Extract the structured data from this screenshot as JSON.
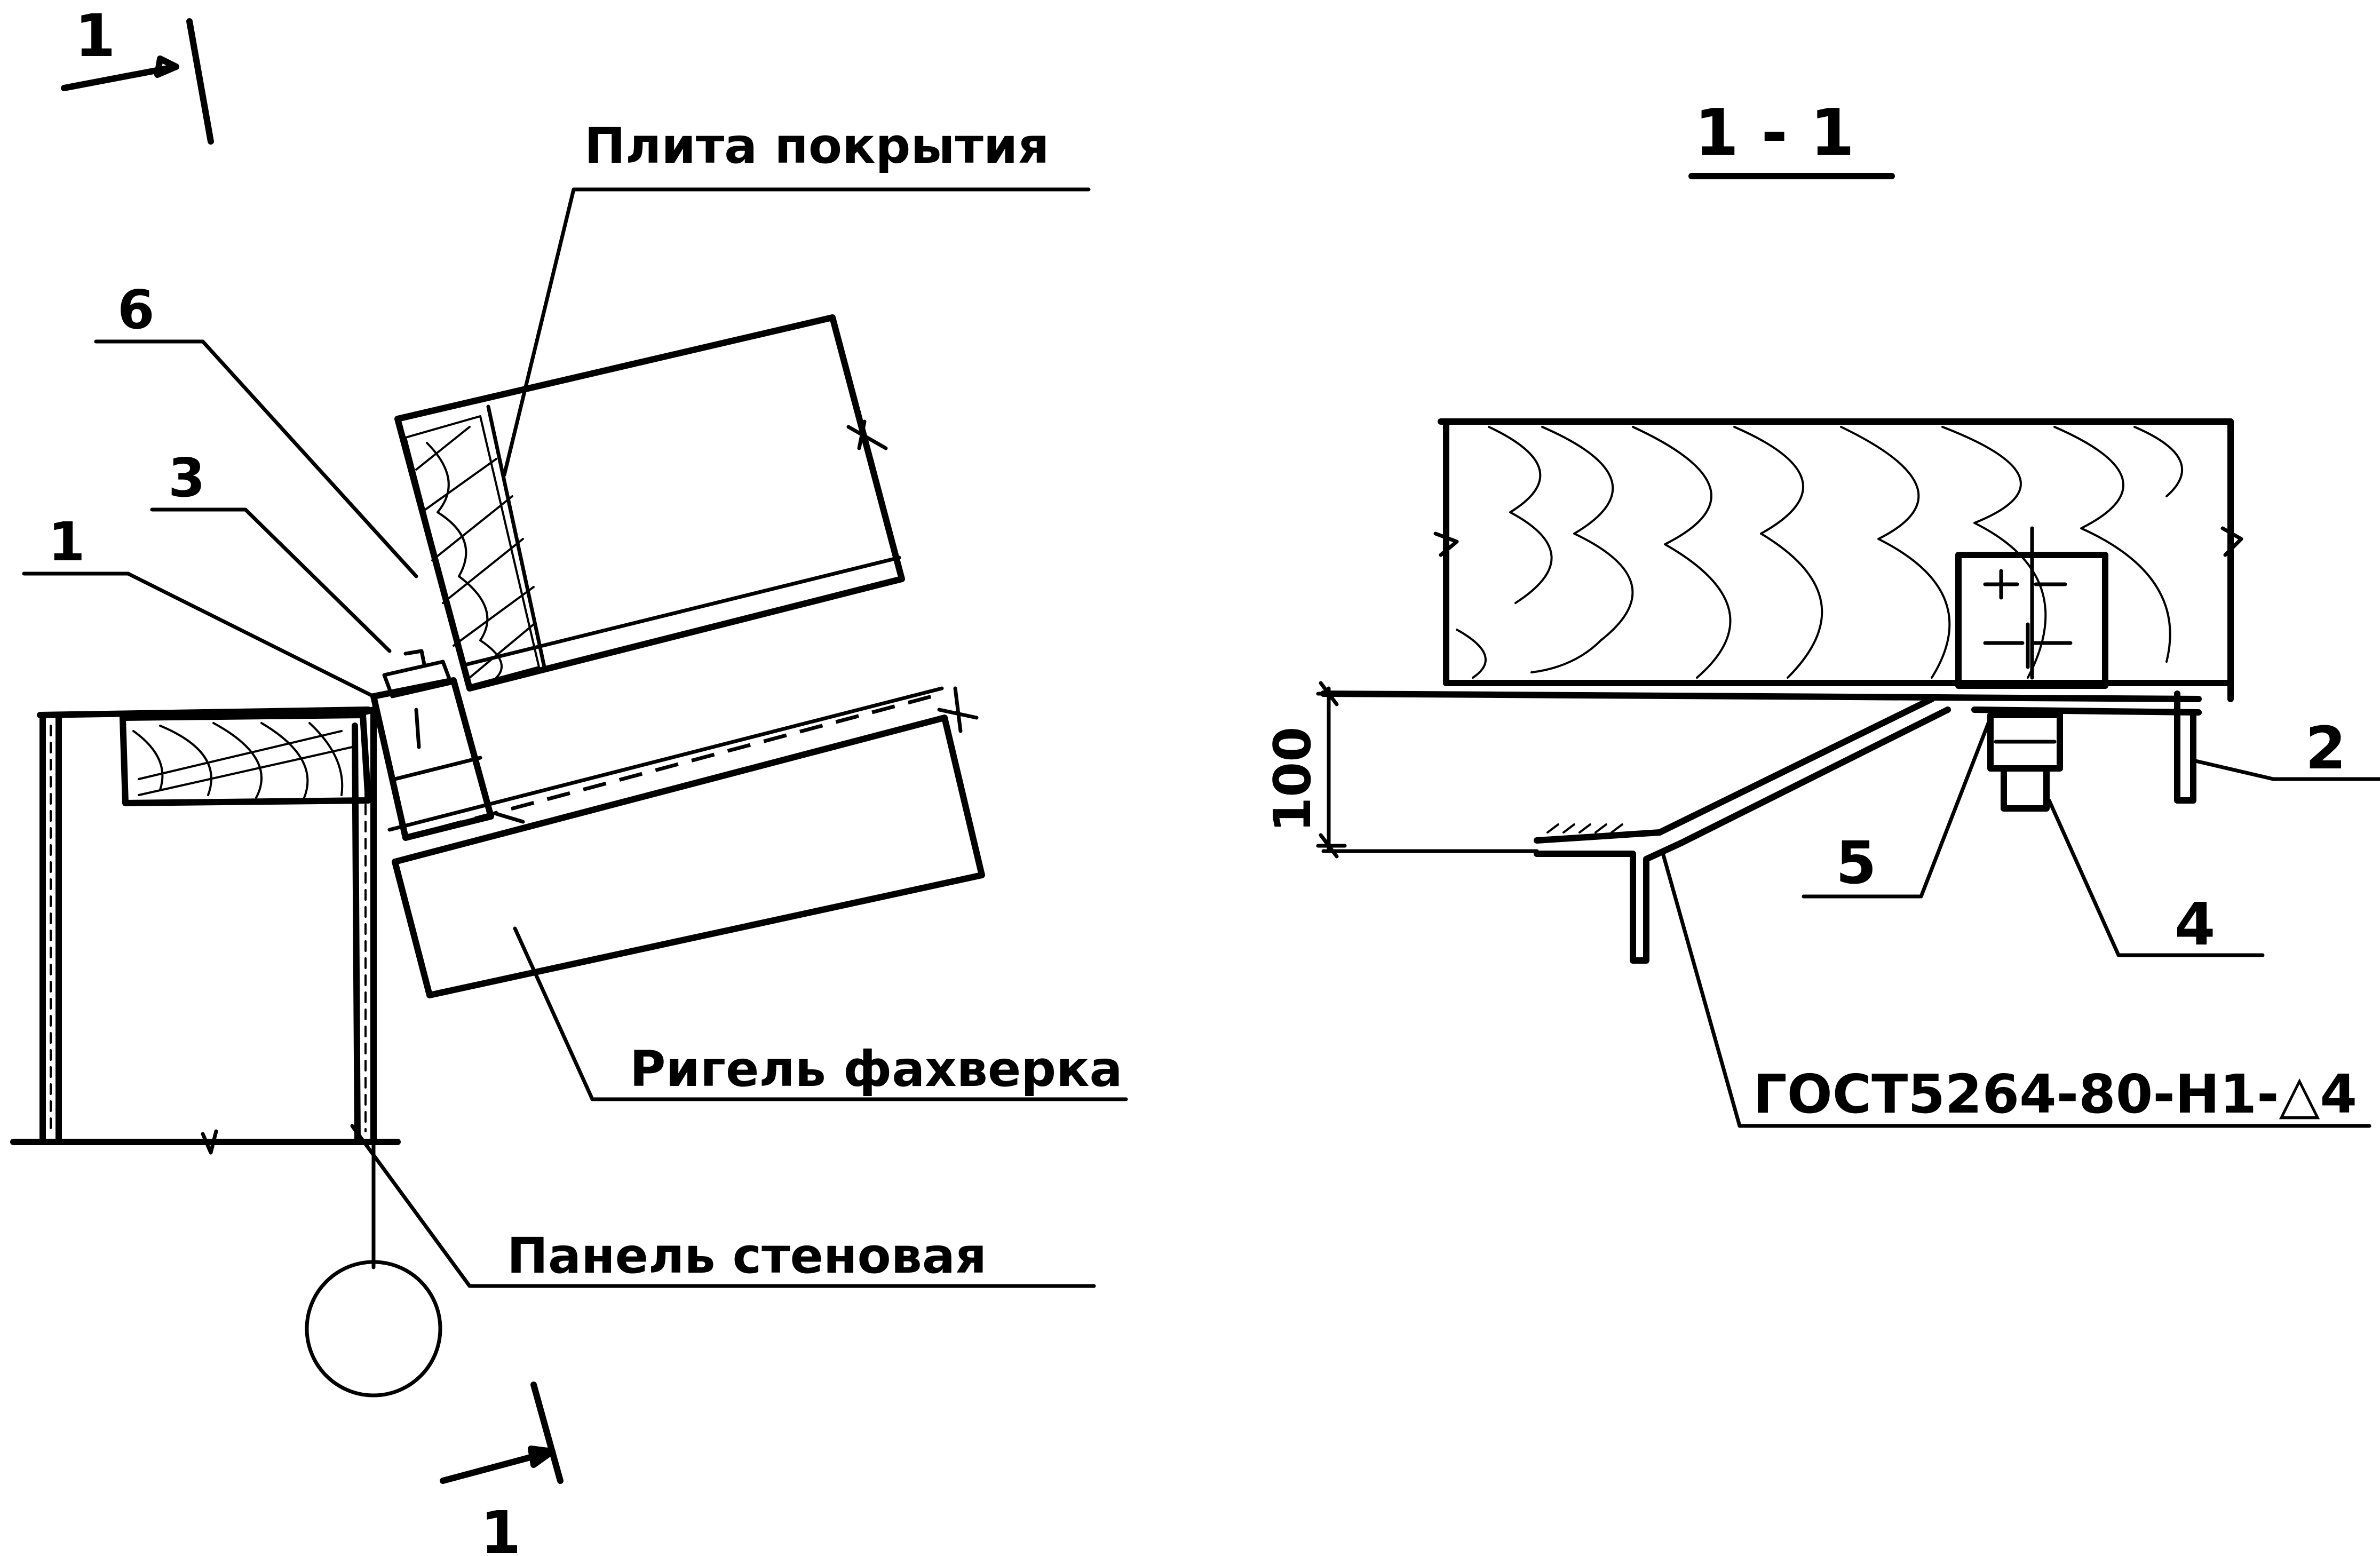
{
  "left_detail": {
    "section_mark_top": "1",
    "section_mark_bottom": "1",
    "label_roof_slab": "Плита покрытия",
    "label_girt": "Ригель фахверка",
    "label_wall_panel": "Панель стеновая",
    "callout_6": "6",
    "callout_3": "3",
    "callout_1": "1"
  },
  "right_detail": {
    "section_title": "1 - 1",
    "dimension_100": "100",
    "callout_2": "2",
    "callout_5": "5",
    "callout_4": "4",
    "weld_note": "ГОСТ5264-80-Н1-△4"
  }
}
